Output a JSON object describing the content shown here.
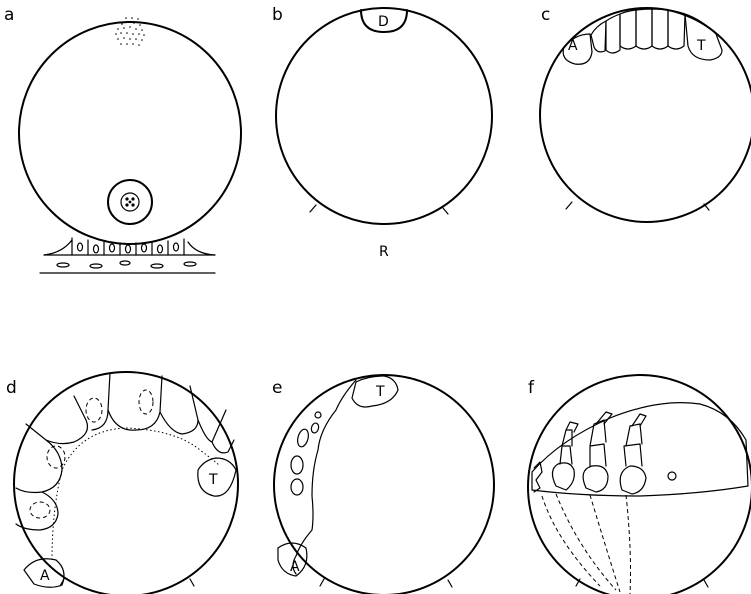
{
  "panels": {
    "a": {
      "letter": "a"
    },
    "b": {
      "letter": "b",
      "dorsal_label": "D",
      "bottom_label": "R"
    },
    "c": {
      "letter": "c",
      "left_label": "A",
      "right_label": "T"
    },
    "d": {
      "letter": "d",
      "bottom_label": "A",
      "right_label": "T"
    },
    "e": {
      "letter": "e",
      "bottom_label": "A",
      "top_label": "T"
    },
    "f": {
      "letter": "f"
    }
  }
}
